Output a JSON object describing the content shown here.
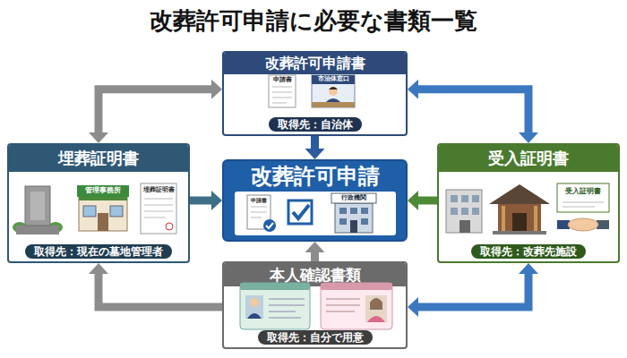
{
  "diagram": {
    "title": "改葬許可申請に必要な書類一覧",
    "nodes": [
      {
        "text": [
          "改葬許可申請書",
          "取得先：自治体"
        ]
      },
      {
        "text": [
          "埋葬証明書",
          "取得先：現在の墓地管理者"
        ]
      },
      {
        "text": [
          "改葬許可申請"
        ]
      },
      {
        "text": [
          "受入証明書",
          "取得先：改葬先施設"
        ]
      },
      {
        "text": [
          "本人確認書類",
          "取得先：自分で用意"
        ]
      }
    ],
    "edges": [
      {
        "from": 1,
        "to": 0,
        "arrow": "both"
      },
      {
        "from": 0,
        "to": 2,
        "arrow": "to"
      },
      {
        "from": 0,
        "to": 3,
        "arrow": "both"
      },
      {
        "from": 1,
        "to": 2,
        "arrow": "to"
      },
      {
        "from": 3,
        "to": 2,
        "arrow": "to"
      },
      {
        "from": 4,
        "to": 2,
        "arrow": "to"
      },
      {
        "from": 4,
        "to": 1,
        "arrow": "to"
      },
      {
        "from": 4,
        "to": 3,
        "arrow": "both"
      }
    ],
    "labels": [
      "申請書",
      "市治体窓口",
      "管理事務所",
      "埋葬証明書",
      "申請書",
      "行政機関",
      "受入証明書"
    ]
  }
}
